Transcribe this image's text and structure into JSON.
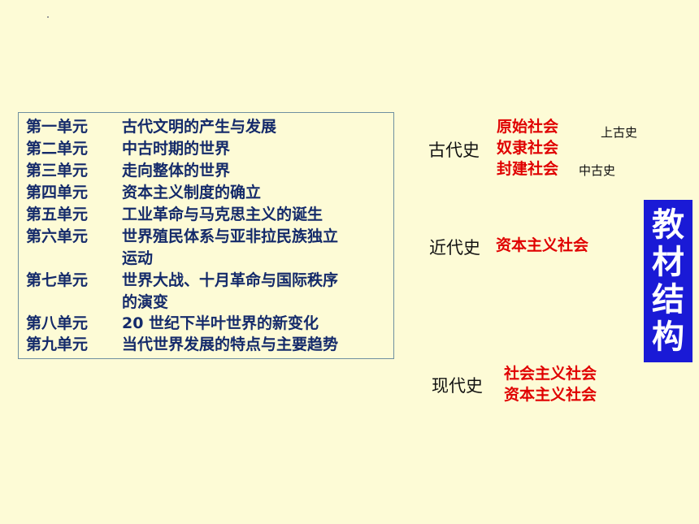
{
  "units": [
    {
      "no": "第一单元",
      "title": "古代文明的产生与发展"
    },
    {
      "no": "第二单元",
      "title": "中古时期的世界"
    },
    {
      "no": "第三单元",
      "title": "走向整体的世界"
    },
    {
      "no": "第四单元",
      "title": "资本主义制度的确立"
    },
    {
      "no": "第五单元",
      "title": "工业革命与马克思主义的诞生"
    },
    {
      "no": "第六单元",
      "title": "世界殖民体系与亚非拉民族独立",
      "title2": "运动"
    },
    {
      "no": "第七单元",
      "title": "世界大战、十月革命与国际秩序",
      "title2": "的演变"
    },
    {
      "no": "第八单元",
      "title": "20 世纪下半叶世界的新变化"
    },
    {
      "no": "第九单元",
      "title": "当代世界发展的特点与主要趋势"
    }
  ],
  "eras": {
    "ancient": {
      "label": "古代史",
      "societies": [
        "原始社会",
        "奴隶社会",
        "封建社会"
      ],
      "sub_upper": "上古史",
      "sub_middle": "中古史"
    },
    "modern": {
      "label": "近代史",
      "societies": [
        "资本主义社会"
      ]
    },
    "contemporary": {
      "label": "现代史",
      "societies": [
        "社会主义社会",
        "资本主义社会"
      ]
    }
  },
  "banner": {
    "chars": [
      "教",
      "材",
      "结",
      "构"
    ]
  },
  "colors": {
    "background": "#fdfbd6",
    "unit_text": "#142a6a",
    "society_text": "#e00000",
    "banner_bg": "#1a1ad6"
  }
}
